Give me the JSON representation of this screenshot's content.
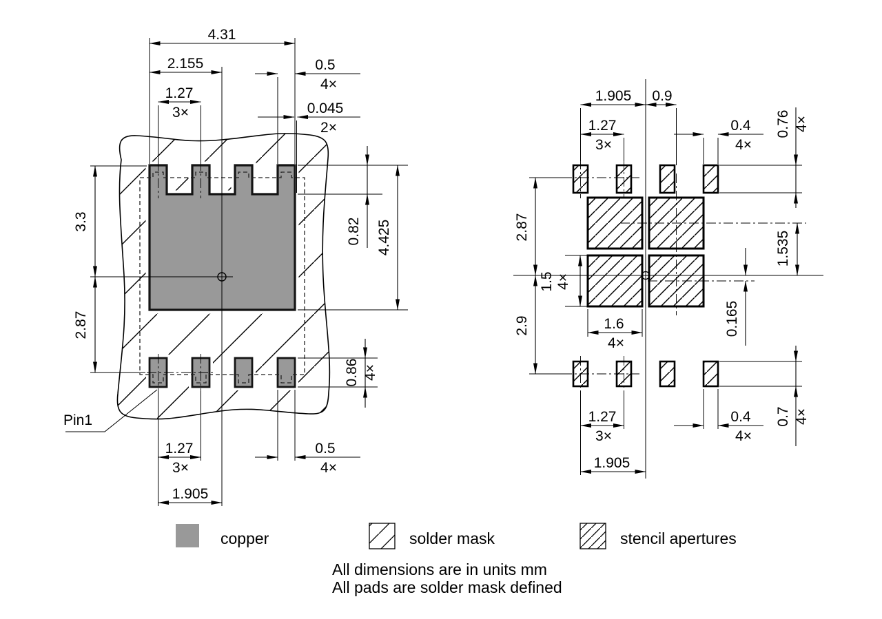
{
  "legend": {
    "copper_color": "#999999",
    "items": [
      {
        "label": "copper"
      },
      {
        "label": "solder mask"
      },
      {
        "label": "stencil apertures"
      }
    ]
  },
  "notes": [
    "All dimensions are in units mm",
    "All pads are solder mask defined"
  ],
  "left_view": {
    "pin1": "Pin1",
    "dims": {
      "overall_width": "4.31",
      "half_width": "2.155",
      "top_pitch": "1.27",
      "top_pitch_count": "3×",
      "top_pad_width": "0.5",
      "top_pad_width_count": "4×",
      "mask_overlap": "0.045",
      "mask_overlap_count": "2×",
      "upper_height": "3.3",
      "lower_height": "2.87",
      "tab_height": "0.82",
      "copper_height": "4.425",
      "bottom_pad_height": "0.86",
      "bottom_pad_height_count": "4×",
      "bottom_pitch": "1.27",
      "bottom_pitch_count": "3×",
      "bottom_pad_width": "0.5",
      "bottom_pad_width_count": "4×",
      "bottom_half_width": "1.905"
    }
  },
  "right_view": {
    "dims": {
      "left_half": "1.905",
      "col_offset": "0.9",
      "top_pitch": "1.27",
      "top_pitch_count": "3×",
      "top_aperture_width": "0.4",
      "top_aperture_width_count": "4×",
      "top_aperture_height": "0.76",
      "top_aperture_height_count": "4×",
      "upper_height": "2.87",
      "lower_height": "2.9",
      "big_aperture_height": "1.5",
      "big_aperture_height_count": "4×",
      "big_aperture_width": "1.6",
      "big_aperture_width_count": "4×",
      "row_center_offset": "1.535",
      "row_gap_offset": "0.165",
      "bottom_pitch": "1.27",
      "bottom_pitch_count": "3×",
      "bottom_aperture_width": "0.4",
      "bottom_aperture_width_count": "4×",
      "bottom_aperture_height": "0.7",
      "bottom_aperture_height_count": "4×",
      "bottom_half": "1.905"
    }
  }
}
